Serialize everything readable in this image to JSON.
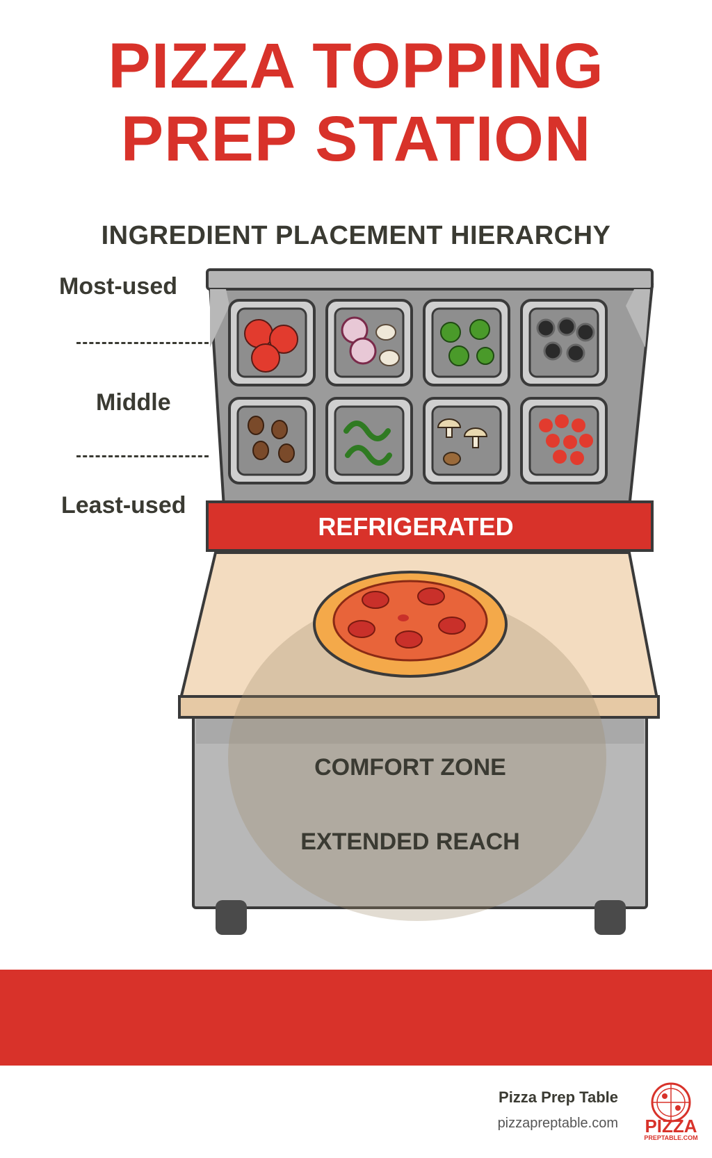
{
  "title": {
    "line1": "PIZZA TOPPING",
    "line2": "PREP STATION"
  },
  "subtitle": "INGREDIENT PLACEMENT HIERARCHY",
  "tiers": {
    "most": "Most-used",
    "middle": "Middle",
    "least": "Least-used"
  },
  "station": {
    "band_label": "REFRIGERATED",
    "zone_comfort": "COMFORT ZONE",
    "zone_extended": "EXTENDED REACH"
  },
  "footer": {
    "brand": "Pizza Prep Table",
    "url": "pizzapreptable.com",
    "logo_text": "PIZZA",
    "logo_sub": "PREPTABLE.COM"
  },
  "colors": {
    "accent": "#d8322a",
    "text": "#3a3a32",
    "steel": "#b5b5b5",
    "board": "#f3dcc0"
  },
  "bins_top": [
    "tomato-icon",
    "onion-mushroom-icon",
    "green-pepper-icon",
    "black-olive-icon"
  ],
  "bins_bottom": [
    "sausage-icon",
    "spinach-icon",
    "mushroom-icon",
    "cherry-tomato-icon"
  ]
}
